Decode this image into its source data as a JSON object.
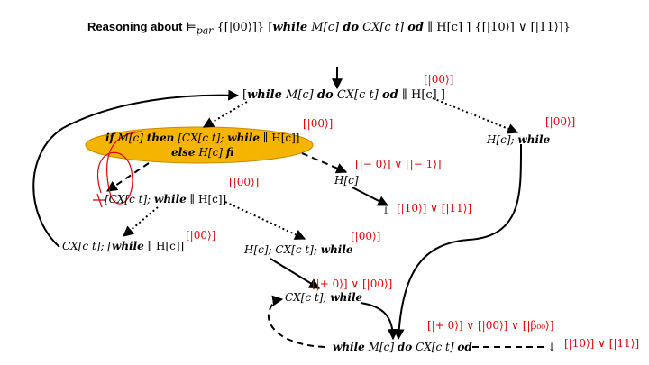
{
  "title": {
    "lead": "Reasoning about",
    "judgement": "⊨",
    "sub": "par",
    "pre": "{[|00⟩]}",
    "prog_open": "[",
    "prog_while": "while",
    "prog_cond": "M[c]",
    "prog_do": "do",
    "prog_body": "CX[c t]",
    "prog_od": "od",
    "prog_par": "∥ H[c] ]",
    "post": "{[|10⟩] ∨ [|11⟩]}"
  },
  "nodes": {
    "top": {
      "open": "[",
      "kw_while": "while",
      "cond": "M[c]",
      "kw_do": "do",
      "body": "CX[c t]",
      "kw_od": "od",
      "rest": "∥ H[c] ]"
    },
    "if": {
      "kw_if": "if",
      "cond": "M[c]",
      "kw_then": "then",
      "then_part": "[CX[c t];",
      "kw_while": "while",
      "then_rest": "∥ H[c]]",
      "kw_else": "else",
      "else_part": "H[c]",
      "kw_fi": "fi"
    },
    "hwhile": {
      "text": "H[c];",
      "kw": "while"
    },
    "hc": {
      "text": "H[c]"
    },
    "term1": {
      "text": "↓"
    },
    "cxwhile": {
      "pre": "[CX[c t];",
      "kw": "while",
      "post": "∥ H[c]]"
    },
    "cxloop": {
      "pre": "CX[c t]; [",
      "kw": "while",
      "post": "∥ H[c]]"
    },
    "hcx": {
      "pre": "H[c]; CX[c t];",
      "kw": "while"
    },
    "cxw": {
      "pre": "CX[c t];",
      "kw": "while"
    },
    "bottom": {
      "kw_while": "while",
      "cond": "M[c]",
      "kw_do": "do",
      "body": "CX[c t]",
      "kw_od": "od",
      "arrow": "↓"
    }
  },
  "states": {
    "s_top": "[|00⟩]",
    "s_if": "[|00⟩]",
    "s_hwhile": "[|00⟩]",
    "s_hc": "[|− 0⟩] ∨ [|− 1⟩]",
    "s_term1": "[|10⟩] ∨ [|11⟩]",
    "s_cxwhile": "[|00⟩]",
    "s_cxloop": "[|00⟩]",
    "s_hcx": "[|00⟩]",
    "s_cxw": "[|+ 0⟩] ∨ [|00⟩]",
    "s_bottom": "[|+ 0⟩] ∨ [|00⟩] ∨ [|β₀₀⟩]",
    "s_final": "[|10⟩] ∨ [|11⟩]"
  },
  "colors": {
    "ellipse_fill": "#f5b400",
    "ellipse_stroke": "#c98a00",
    "state_red": "#e00000",
    "annotation_red": "#e00000",
    "arrow": "#000000"
  }
}
